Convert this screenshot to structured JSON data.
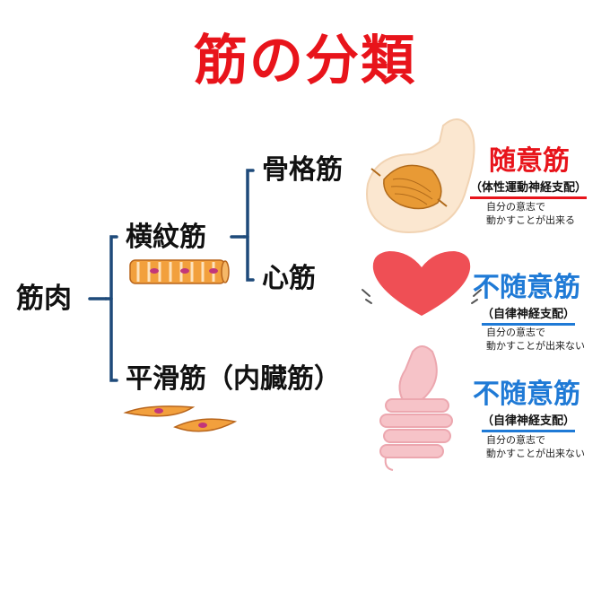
{
  "title": "筋の分類",
  "tree": {
    "root": "筋肉",
    "striated": "横紋筋",
    "skeletal": "骨格筋",
    "cardiac": "心筋",
    "smooth": "平滑筋（内臓筋）"
  },
  "skeletal_info": {
    "heading": "随意筋",
    "nerve": "（体性運動神経支配）",
    "desc_line1": "自分の意志で",
    "desc_line2": "動かすことが出来る"
  },
  "cardiac_info": {
    "heading": "不随意筋",
    "nerve": "（自律神経支配）",
    "desc_line1": "自分の意志で",
    "desc_line2": "動かすことが出来ない"
  },
  "smooth_info": {
    "heading": "不随意筋",
    "nerve": "（自律神経支配）",
    "desc_line1": "自分の意志で",
    "desc_line2": "動かすことが出来ない"
  },
  "colors": {
    "title": "#e8141b",
    "voluntary": "#e8141b",
    "involuntary": "#1f7ad6",
    "tree_line": "#1e4a7a",
    "muscle_orange": "#f2a03d",
    "heart": "#ef4f55",
    "stomach": "#f6c3c8"
  }
}
